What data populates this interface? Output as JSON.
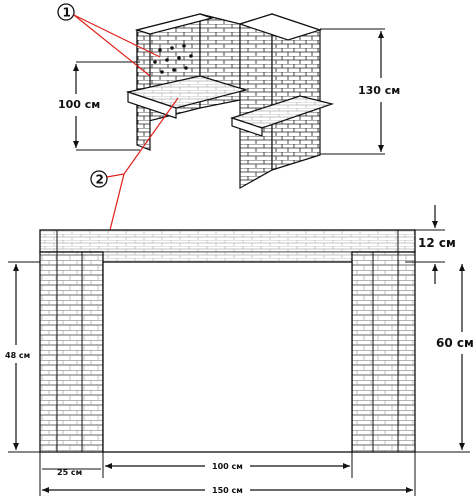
{
  "callouts": [
    {
      "number": "1"
    },
    {
      "number": "2"
    }
  ],
  "dimensions": {
    "iso_bench_height": "100 см",
    "iso_total_height": "130 см",
    "plan_top_thickness": "12 см",
    "plan_right_height": "60 см",
    "plan_left_height": "48 см",
    "plan_leg_width": "25 см",
    "plan_opening_width": "100 см",
    "plan_total_width": "150 см"
  },
  "colors": {
    "line": "#111111",
    "callout": "#e0201b",
    "mortar": "#8a8a8a",
    "brick_fill": "#ffffff"
  }
}
